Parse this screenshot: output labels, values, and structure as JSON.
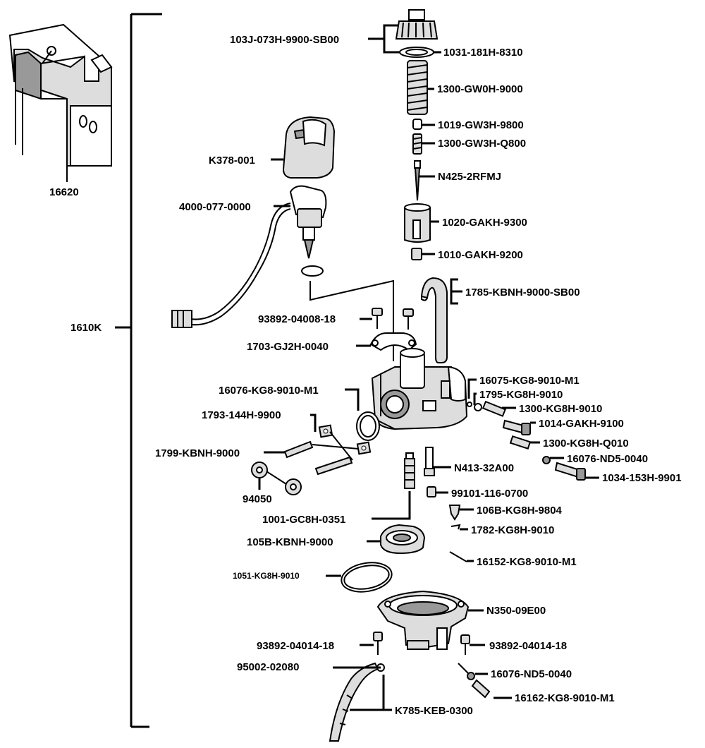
{
  "parts": {
    "bracket_16620": "16620",
    "assembly": "1610K",
    "cap": "103J-073H-9900-SB00",
    "cap_gasket": "1031-181H-8310",
    "spring_top": "1300-GW0H-9000",
    "clip": "1019-GW3H-9800",
    "spring_small": "1300-GW3H-Q800",
    "needle": "N425-2RFMJ",
    "slide": "1020-GAKH-9300",
    "slide_nut": "1010-GAKH-9200",
    "choke_cap": "K378-001",
    "auto_choke": "4000-077-0000",
    "vent_tube": "1785-KBNH-9000-SB00",
    "bolts_top": "93892-04008-18",
    "plate": "1703-GJ2H-0040",
    "oring_intake": "16076-KG8-9010-M1",
    "oring_small": "16075-KG8-9010-M1",
    "spring_idle_cap": "1795-KG8H-9010",
    "spring_idle": "1300-KG8H-9010",
    "idle_screw": "1014-GAKH-9100",
    "spring_air": "1300-KG8H-Q010",
    "oring_air": "16076-ND5-0040",
    "air_screw": "1034-153H-9901",
    "washer": "1793-144H-9900",
    "studs": "1799-KBNH-9000",
    "nuts": "94050",
    "needle_jet": "N413-32A00",
    "main_jet": "99101-116-0700",
    "emulsion": "1001-GC8H-0351",
    "float_valve": "106B-KG8H-9804",
    "clip_valve": "1782-KG8H-9010",
    "float": "105B-KBNH-9000",
    "float_pin": "16152-KG8-9010-M1",
    "gasket_bowl": "1051-KG8H-9010",
    "bowl": "N350-09E00",
    "bowl_screw_l": "93892-04014-18",
    "bowl_screw_r": "93892-04014-18",
    "hose_clip": "95002-02080",
    "oring_drain": "16076-ND5-0040",
    "drain_screw": "16162-KG8-9010-M1",
    "hose": "K785-KEB-0300"
  }
}
